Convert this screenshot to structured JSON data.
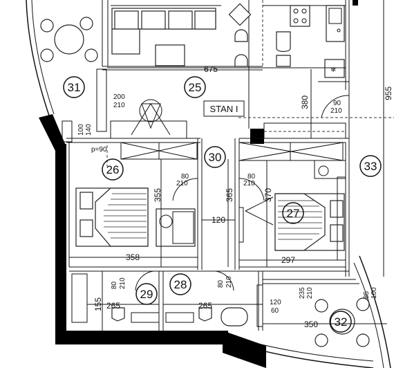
{
  "unit_label": "STAN I",
  "rooms": [
    "25",
    "26",
    "27",
    "28",
    "29",
    "30",
    "31",
    "32",
    "33"
  ],
  "dimensions": {
    "width_675": "675",
    "height_955": "955",
    "height_380": "380",
    "door_90_210": [
      "90",
      "210"
    ],
    "window_200_210": [
      "200",
      "210"
    ],
    "window_100_140": [
      "100",
      "140"
    ],
    "floor_note": "p=90",
    "door_80_210_left": [
      "80",
      "210"
    ],
    "door_80_210_right": [
      "80",
      "210"
    ],
    "height_355": "355",
    "height_365": "365",
    "height_370": "370",
    "width_120": "120",
    "width_358": "358",
    "width_297": "297",
    "door_80_210_bath1": [
      "80",
      "210"
    ],
    "door_80_210_bath2": [
      "80",
      "210"
    ],
    "height_155": "155",
    "width_265_a": "265",
    "width_265_b": "265",
    "window_120_60": [
      "120",
      "60"
    ],
    "window_235_210": [
      "235",
      "210"
    ],
    "window_85_100": [
      "85",
      "100"
    ],
    "width_350": "350"
  }
}
